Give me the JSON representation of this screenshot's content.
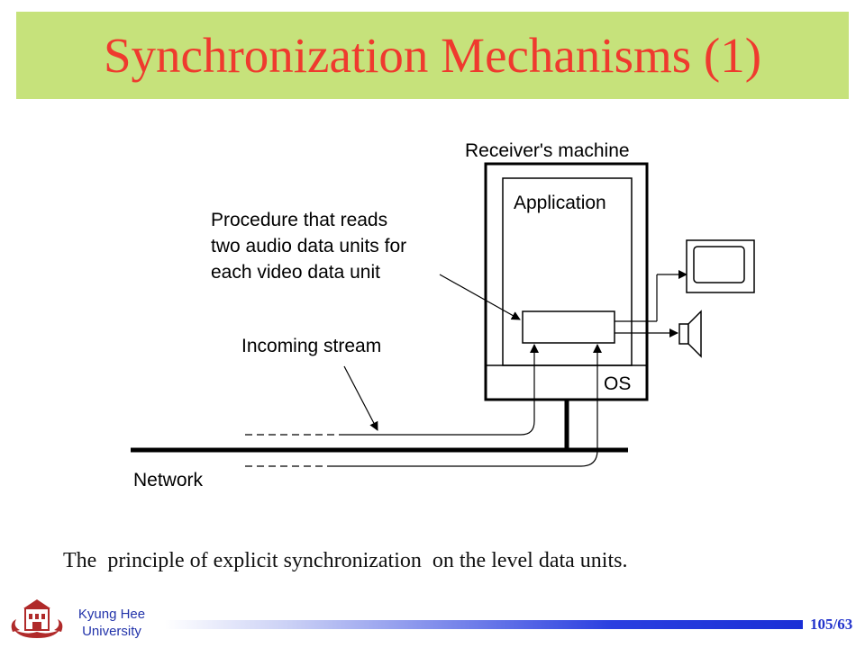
{
  "slide": {
    "title": "Synchronization Mechanisms (1)",
    "caption": "The  principle of explicit synchronization  on the level data units.",
    "page_number": "105/63",
    "university_line1": "Kyung Hee",
    "university_line2": "University"
  },
  "diagram": {
    "receiver_label": "Receiver's machine",
    "application_label": "Application",
    "os_label": "OS",
    "procedure_line1": "Procedure that reads",
    "procedure_line2": "two audio data units for",
    "procedure_line3": "each video data unit",
    "incoming_label": "Incoming stream",
    "network_label": "Network"
  }
}
